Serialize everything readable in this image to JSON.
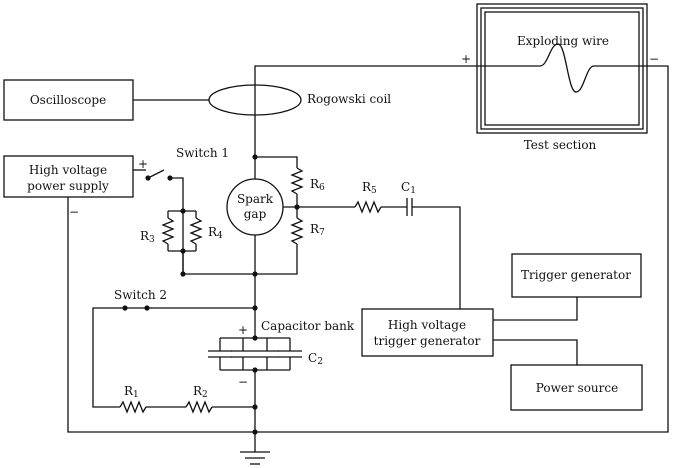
{
  "components": {
    "oscilloscope": "Oscilloscope",
    "rogowski_coil": "Rogowski coil",
    "hv_power_supply_line1": "High voltage",
    "hv_power_supply_line2": "power supply",
    "switch1": "Switch 1",
    "switch2": "Switch 2",
    "spark_gap_line1": "Spark",
    "spark_gap_line2": "gap",
    "capacitor_bank": "Capacitor bank",
    "exploding_wire": "Exploding wire",
    "test_section": "Test section",
    "trigger_generator": "Trigger generator",
    "hv_trigger_line1": "High voltage",
    "hv_trigger_line2": "trigger generator",
    "power_source": "Power source"
  },
  "resistors": {
    "r1": {
      "letter": "R",
      "sub": "1"
    },
    "r2": {
      "letter": "R",
      "sub": "2"
    },
    "r3": {
      "letter": "R",
      "sub": "3"
    },
    "r4": {
      "letter": "R",
      "sub": "4"
    },
    "r5": {
      "letter": "R",
      "sub": "5"
    },
    "r6": {
      "letter": "R",
      "sub": "6"
    },
    "r7": {
      "letter": "R",
      "sub": "7"
    }
  },
  "capacitors": {
    "c1": {
      "letter": "C",
      "sub": "1"
    },
    "c2": {
      "letter": "C",
      "sub": "2"
    }
  },
  "polarity": {
    "plus": "+",
    "minus": "−"
  }
}
